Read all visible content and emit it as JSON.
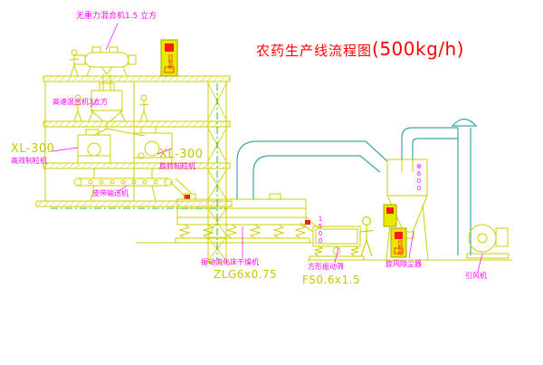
{
  "diagram": {
    "title": {
      "name": "农药生产线流程图",
      "capacity": "(500kg/h)"
    },
    "equipment": {
      "gravity_mixer": "无重力混合机1.5 立方",
      "high_speed_mixer": "高速混合机3立方",
      "granulator_left": {
        "model": "XL-300",
        "name": "高效制粒机"
      },
      "granulator_center": {
        "model": "XL-300",
        "name": "旋转制粒机"
      },
      "belt_conveyor": "皮带输送机",
      "fluid_bed_dryer": {
        "name": "振动流化床干燥机",
        "model": "ZLG6x0.75"
      },
      "square_sieve": {
        "name": "方形振动筛",
        "model": "FS0.6x1.5"
      },
      "cyclone": "旋风除尘器",
      "fan": "引风机",
      "control_cabinet": "控制柜"
    },
    "dimensions": {
      "sieve_length": "1500",
      "cyclone_diameter": "Φ600"
    },
    "colors": {
      "line_yellow": "#cfcf00",
      "label_magenta": "#ff00ff",
      "title_red": "#ff0000",
      "duct_teal": "#3aa8a8",
      "centerline_green": "#00a800",
      "background": "#ffffff"
    }
  }
}
